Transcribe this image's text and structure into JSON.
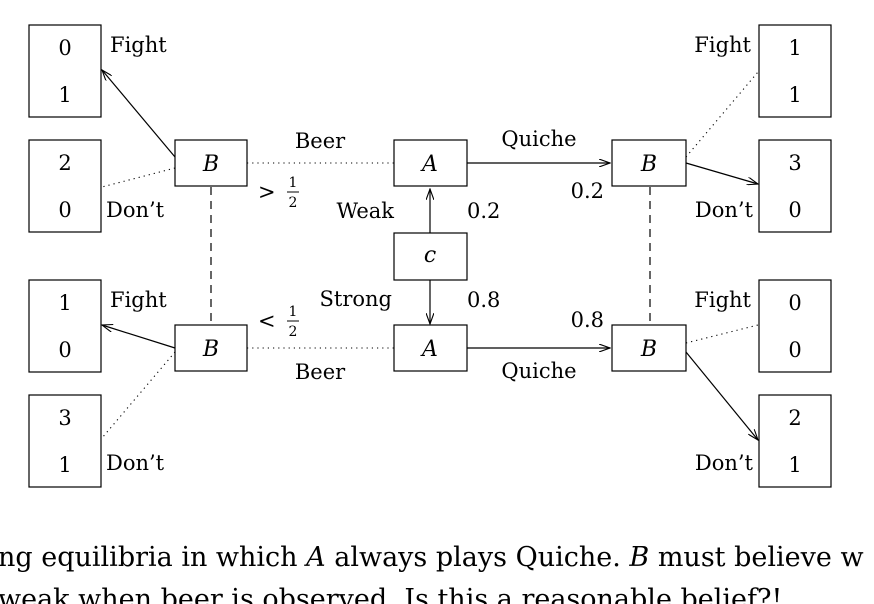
{
  "nodes": {
    "chance": "c",
    "weak_player": "A",
    "strong_player": "A",
    "beer_weak_responder": "B",
    "beer_strong_responder": "B",
    "quiche_weak_responder": "B",
    "quiche_strong_responder": "B"
  },
  "moves": {
    "weak": "Weak",
    "strong": "Strong",
    "prob_weak": "0.2",
    "prob_strong": "0.8",
    "beer_top": "Beer",
    "beer_bottom": "Beer",
    "quiche_top": "Quiche",
    "quiche_bottom": "Quiche",
    "quiche_belief_top": "0.2",
    "quiche_belief_bottom": "0.8",
    "belief_top_rel": ">",
    "belief_bottom_rel": "<",
    "half_num": "1",
    "half_den": "2",
    "fight": "Fight",
    "dont": "Don’t"
  },
  "payoffs": {
    "left_1": {
      "a": "0",
      "b": "1"
    },
    "left_2": {
      "a": "2",
      "b": "0"
    },
    "left_3": {
      "a": "1",
      "b": "0"
    },
    "left_4": {
      "a": "3",
      "b": "1"
    },
    "right_1": {
      "a": "1",
      "b": "1"
    },
    "right_2": {
      "a": "3",
      "b": "0"
    },
    "right_3": {
      "a": "0",
      "b": "0"
    },
    "right_4": {
      "a": "2",
      "b": "1"
    }
  },
  "caption": {
    "line1_a": "ng equilibria in which ",
    "line1_A": "A",
    "line1_b": " always plays Quiche.  ",
    "line1_B": "B",
    "line1_c": " must believe w",
    "line2": "weak when beer is observed. Is this a reasonable belief?!"
  }
}
